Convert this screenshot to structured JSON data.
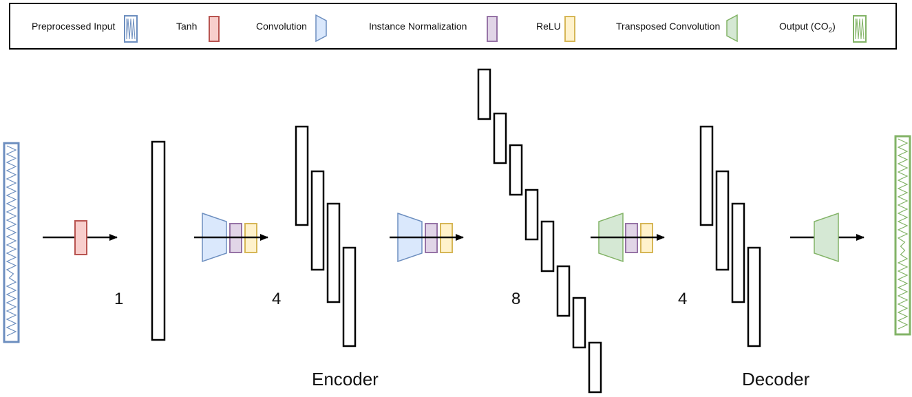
{
  "legend": {
    "items": [
      {
        "id": "preprocessed-input",
        "label": "Preprocessed Input",
        "icon": "signal-strip-icon",
        "color": "#6c8ebf",
        "fill": "#ffffff"
      },
      {
        "id": "tanh",
        "label": "Tanh",
        "icon": "rectangle-icon",
        "color": "#b85450",
        "fill": "#f8cecc"
      },
      {
        "id": "convolution",
        "label": "Convolution",
        "icon": "trapezoid-icon",
        "color": "#6c8ebf",
        "fill": "#dae8fc"
      },
      {
        "id": "instance-normalization",
        "label": "Instance Normalization",
        "icon": "rectangle-icon",
        "color": "#9673a6",
        "fill": "#e1d5e7"
      },
      {
        "id": "relu",
        "label": "ReLU",
        "icon": "rectangle-icon",
        "color": "#d6b656",
        "fill": "#fff2cc"
      },
      {
        "id": "transposed-convolution",
        "label": "Transposed Convolution",
        "icon": "trapezoid-icon",
        "color": "#82b366",
        "fill": "#d5e8d4"
      },
      {
        "id": "output",
        "label": "Output (CO",
        "label_sub": "2",
        "label_end": ")",
        "icon": "signal-strip-icon",
        "color": "#82b366",
        "fill": "#ffffff"
      }
    ]
  },
  "stages": {
    "stage1_count": "1",
    "stage2_count": "4",
    "stage3_count": "8",
    "stage4_count": "4"
  },
  "sections": {
    "encoder": "Encoder",
    "decoder": "Decoder"
  }
}
